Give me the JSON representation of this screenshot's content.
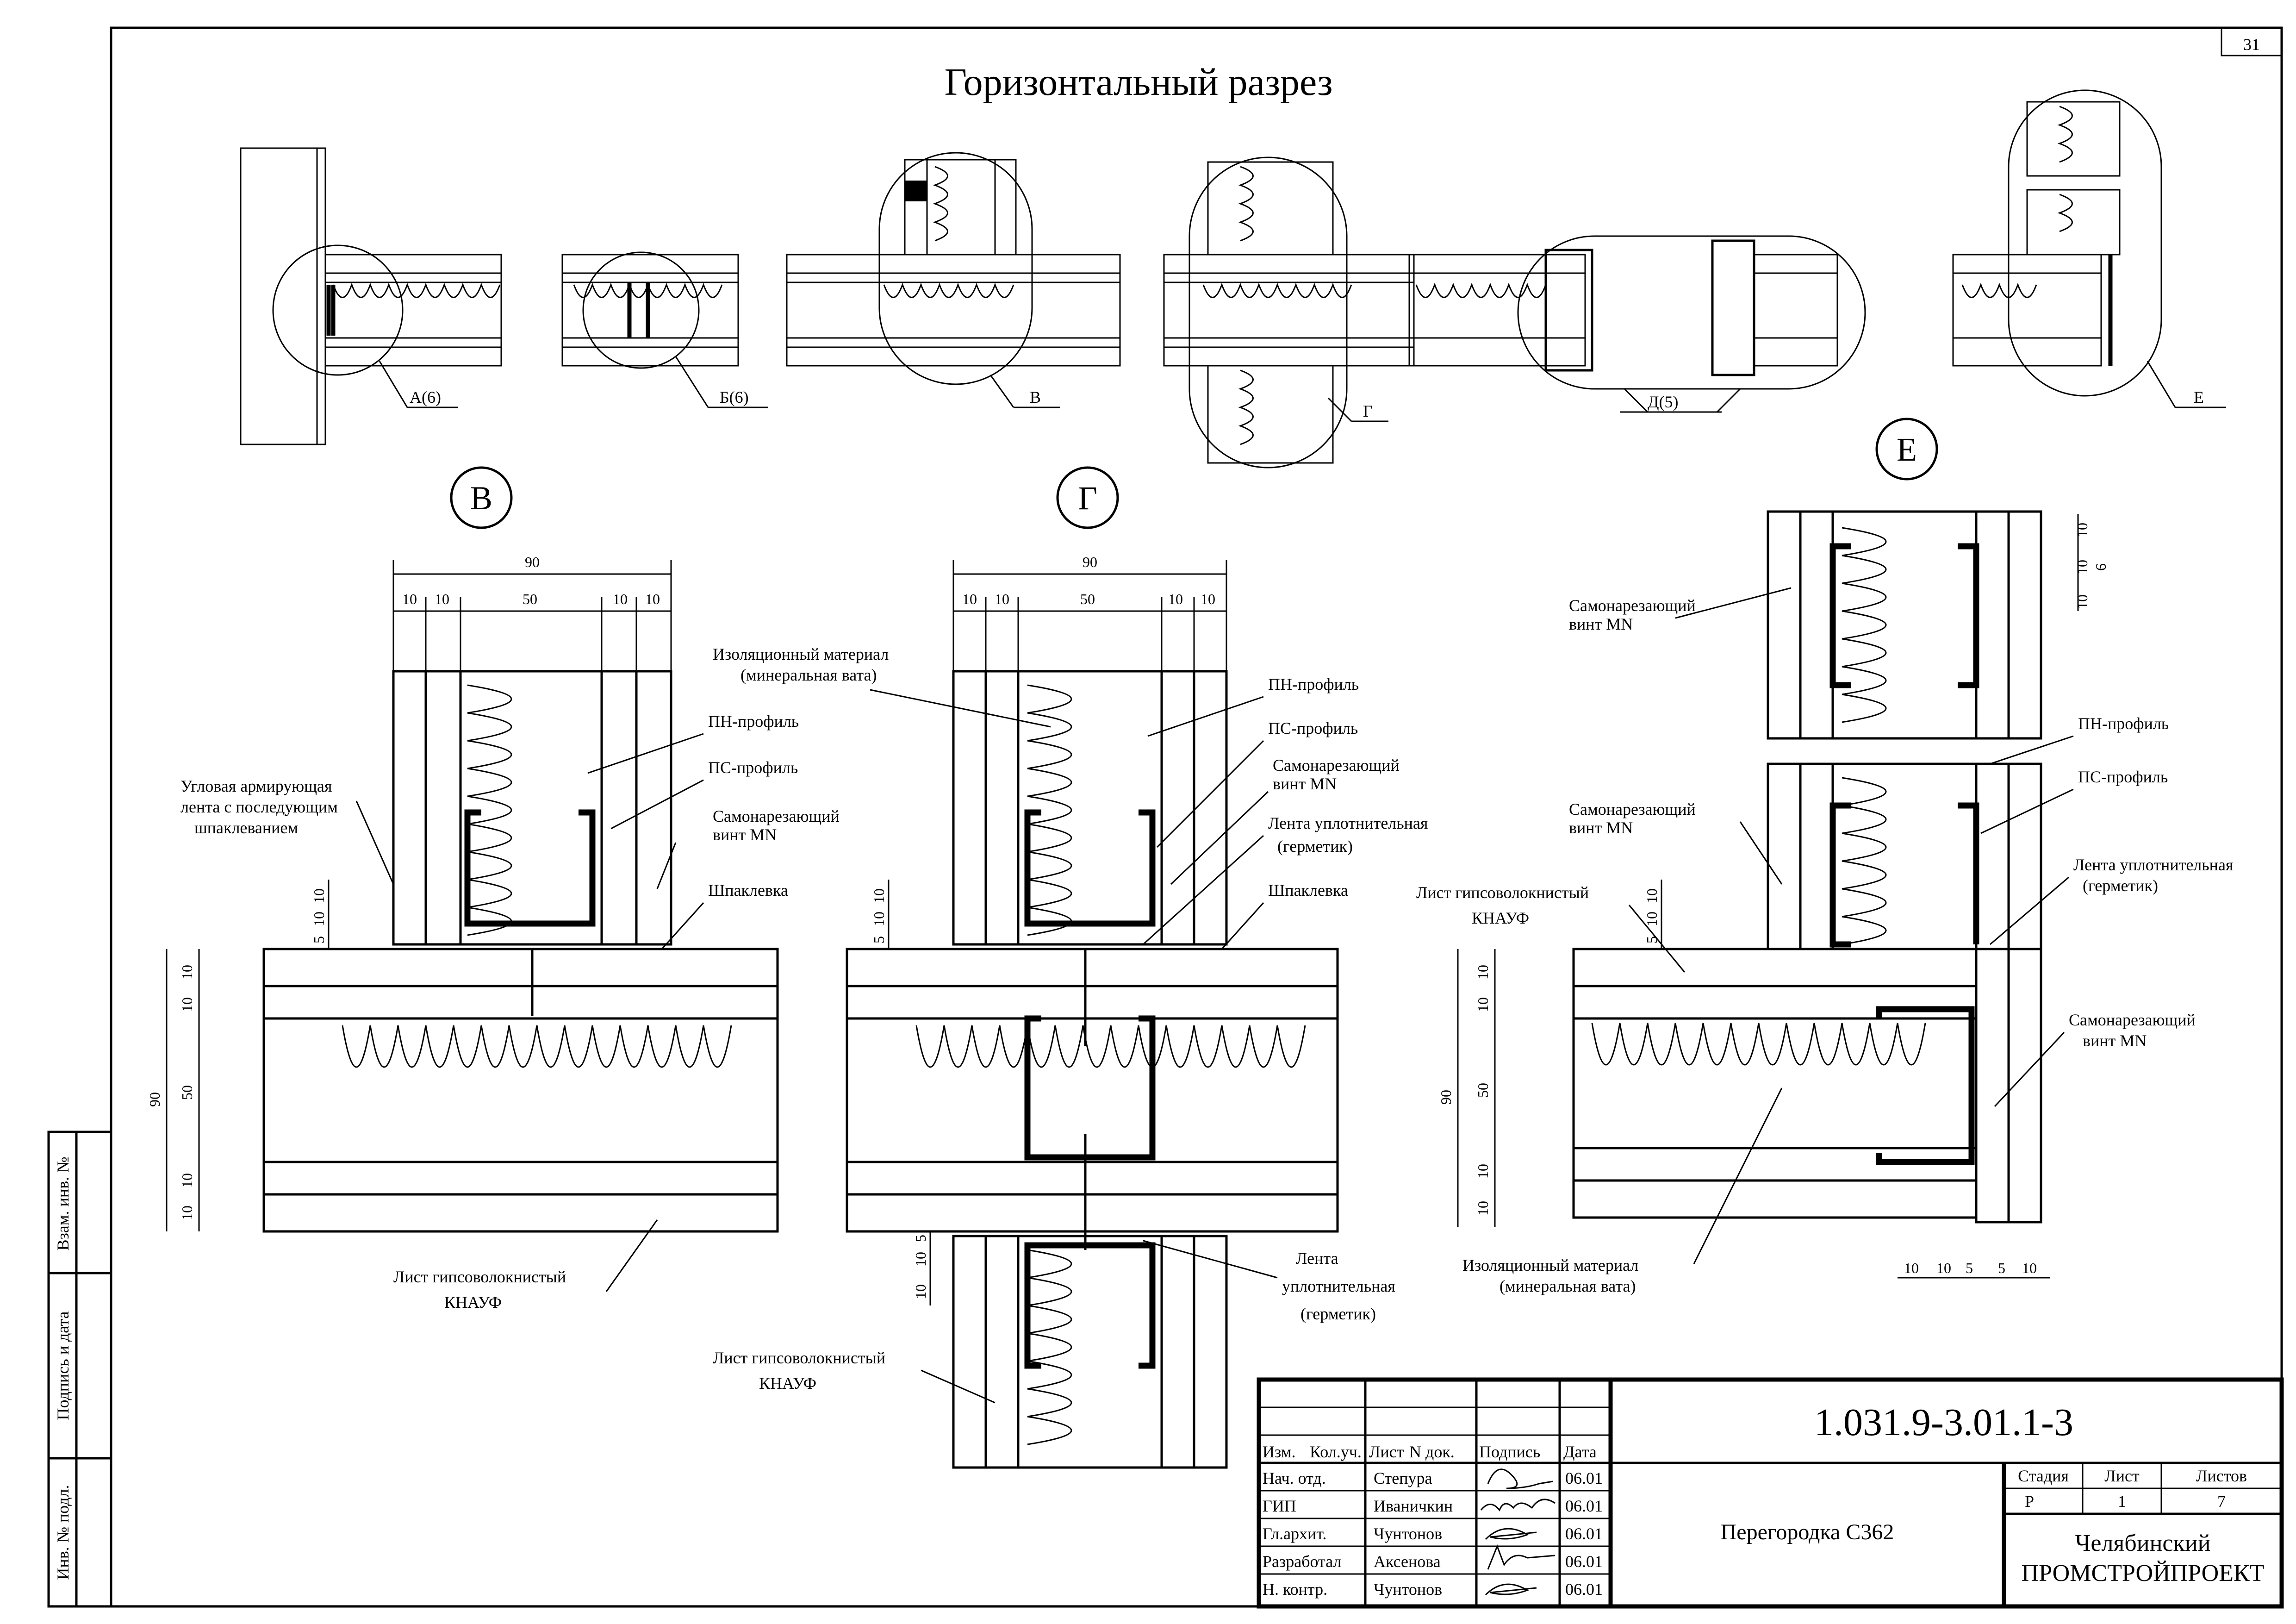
{
  "sheet": {
    "sheet_number": "31",
    "title": "Горизонтальный  разрез"
  },
  "overview": {
    "callouts": [
      "А(6)",
      "Б(6)",
      "В",
      "Г",
      "Д(5)",
      "Е"
    ]
  },
  "details": {
    "v": {
      "marker": "В",
      "dims_top": {
        "total": "90",
        "a": "10",
        "b": "10",
        "c": "50",
        "d": "10",
        "e": "10"
      },
      "dims_left_small": [
        "5",
        "10",
        "10"
      ],
      "dims_left": {
        "total": "90",
        "a": "10",
        "b": "10",
        "c": "50",
        "d": "10",
        "e": "10"
      },
      "labels": {
        "pn": "ПН-профиль",
        "ps": "ПС-профиль",
        "tape1": "Угловая армирующая",
        "tape2": "лента с последующим",
        "tape3": "шпаклеванием",
        "screw1": "Самонарезающий",
        "screw2": "винт MN",
        "putty": "Шпаклевка",
        "sheet1": "Лист гипсоволокнистый",
        "sheet2": "КНАУФ"
      }
    },
    "g": {
      "marker": "Г",
      "dims_top": {
        "total": "90",
        "a": "10",
        "b": "10",
        "c": "50",
        "d": "10",
        "e": "10"
      },
      "dims_left_small": [
        "5",
        "10",
        "10"
      ],
      "dims_left_bottom": [
        "10",
        "10",
        "5"
      ],
      "labels": {
        "ins1": "Изоляционный материал",
        "ins2": "(минеральная вата)",
        "pn": "ПН-профиль",
        "ps": "ПС-профиль",
        "screw1": "Самонарезающий",
        "screw2": "винт MN",
        "seal1": "Лента уплотнительная",
        "seal2": "(герметик)",
        "putty": "Шпаклевка",
        "bseal1": "Лента",
        "bseal2": "уплотнительная",
        "bseal3": "(герметик)",
        "sheet1": "Лист гипсоволокнистый",
        "sheet2": "КНАУФ"
      }
    },
    "e": {
      "marker": "Е",
      "dims_right": [
        "10",
        "10",
        "10",
        "6"
      ],
      "dims_left_small": [
        "5",
        "10",
        "10"
      ],
      "dims_left": {
        "total": "90",
        "a": "10",
        "b": "10",
        "c": "50",
        "d": "10",
        "e": "10"
      },
      "dims_bottom": [
        "10",
        "10",
        "5",
        "5",
        "10"
      ],
      "labels": {
        "screw_a1": "Самонарезающий",
        "screw_a2": "винт MN",
        "screw_b1": "Самонарезающий",
        "screw_b2": "винт MN",
        "pn": "ПН-профиль",
        "ps": "ПС-профиль",
        "seal1": "Лента уплотнительная",
        "seal2": "(герметик)",
        "sheet1": "Лист гипсоволокнистый",
        "sheet2": "КНАУФ",
        "screw_c1": "Самонарезающий",
        "screw_c2": "винт MN",
        "ins1": "Изоляционный материал",
        "ins2": "(минеральная вата)"
      }
    }
  },
  "side_stamp": {
    "vzam": "Взам. инв. №",
    "podpis": "Подпись и дата",
    "inv": "Инв. № подл."
  },
  "title_block": {
    "doc_code": "1.031.9-3.01.1-3",
    "name": "Перегородка С362",
    "org1": "Челябинский",
    "org2": "ПРОМСТРОЙПРОЕКТ",
    "headers": [
      "Изм.",
      "Кол.уч.",
      "Лист",
      "N док.",
      "Подпись",
      "Дата"
    ],
    "stage_headers": [
      "Стадия",
      "Лист",
      "Листов"
    ],
    "stage_values": [
      "Р",
      "1",
      "7"
    ],
    "rows": [
      {
        "role": "Нач. отд.",
        "name": "Степура",
        "date": "06.01"
      },
      {
        "role": "ГИП",
        "name": "Иваничкин",
        "date": "06.01"
      },
      {
        "role": "Гл.архит.",
        "name": "Чунтонов",
        "date": "06.01"
      },
      {
        "role": "Разработал",
        "name": "Аксенова",
        "date": "06.01"
      },
      {
        "role": "Н. контр.",
        "name": "Чунтонов",
        "date": "06.01"
      }
    ]
  }
}
